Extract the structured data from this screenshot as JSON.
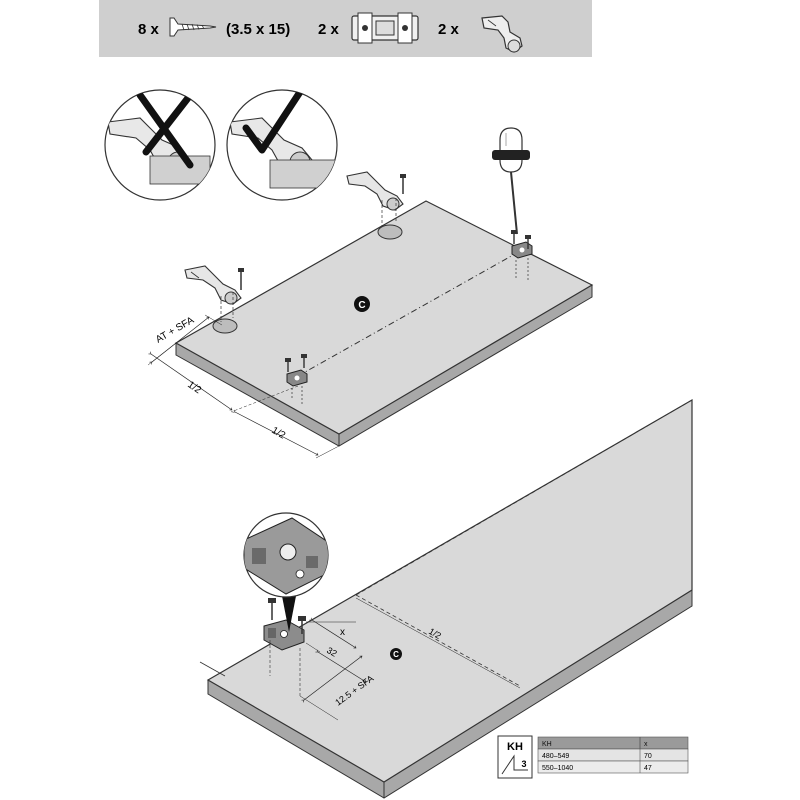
{
  "parts_banner": {
    "screws": {
      "qty": "8 x",
      "size": "(3.5 x 15)",
      "icon": "wood-screw-icon"
    },
    "plates": {
      "qty": "2 x",
      "icon": "mounting-plate-icon"
    },
    "hinges": {
      "qty": "2 x",
      "icon": "concealed-hinge-icon"
    }
  },
  "top_diagram": {
    "panel_marker": "C",
    "dim_at_sfa": "AT + SFA",
    "dim_half_1": "1/2",
    "dim_half_2": "1/2",
    "tool_icon": "screwdriver-icon",
    "wrong_detail_icon": "wrong-orientation-icon",
    "right_detail_icon": "correct-orientation-icon"
  },
  "bottom_diagram": {
    "panel_marker": "C",
    "dim_x": "x",
    "dim_32": "32",
    "dim_offset": "12.5 + SFA",
    "dim_half": "1/2"
  },
  "kh_table": {
    "badge_label": "KH",
    "badge_number": "3",
    "headers": [
      "KH",
      "x"
    ],
    "rows": [
      [
        "480–549",
        "70"
      ],
      [
        "550–1040",
        "47"
      ]
    ]
  },
  "colors": {
    "banner": "#cfcfcf",
    "panel_top": "#d9d9d9",
    "panel_edge": "#a8a8a8",
    "table_header": "#9a9a9a",
    "table_row": "#e4e4e4"
  }
}
